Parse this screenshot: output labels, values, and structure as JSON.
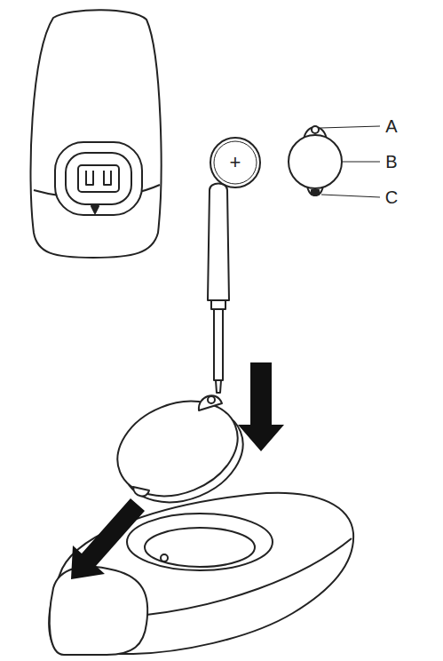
{
  "diagram": {
    "labels": [
      "+",
      "A",
      "B",
      "C"
    ]
  }
}
